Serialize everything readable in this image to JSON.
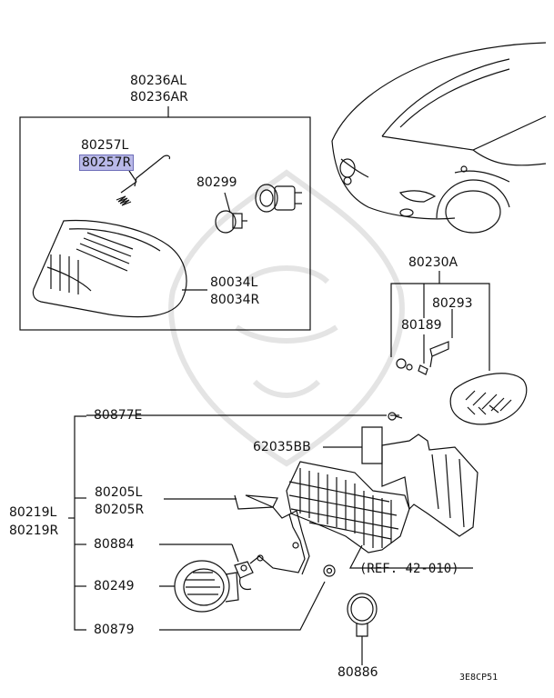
{
  "labels": {
    "lamp_assy_l": "80236AL",
    "lamp_assy_r": "80236AR",
    "spring_l": "80257L",
    "spring_r": "80257R",
    "bulb_socket": "80299",
    "lens_l": "80034L",
    "lens_r": "80034R",
    "side_lamp": "80230A",
    "socket_80293": "80293",
    "bulb_80189": "80189",
    "screw_80877": "80877E",
    "bracket_62035": "62035BB",
    "stay_l": "80205L",
    "stay_r": "80205R",
    "fog_l": "80219L",
    "fog_r": "80219R",
    "clip_80884": "80884",
    "fog_lens": "80249",
    "nut_80879": "80879",
    "band_80886": "80886",
    "ref": "(REF. 42-010)",
    "diagram_code": "3E8CP51"
  },
  "colors": {
    "highlight": "#b9b9e8",
    "line": "#111111"
  }
}
